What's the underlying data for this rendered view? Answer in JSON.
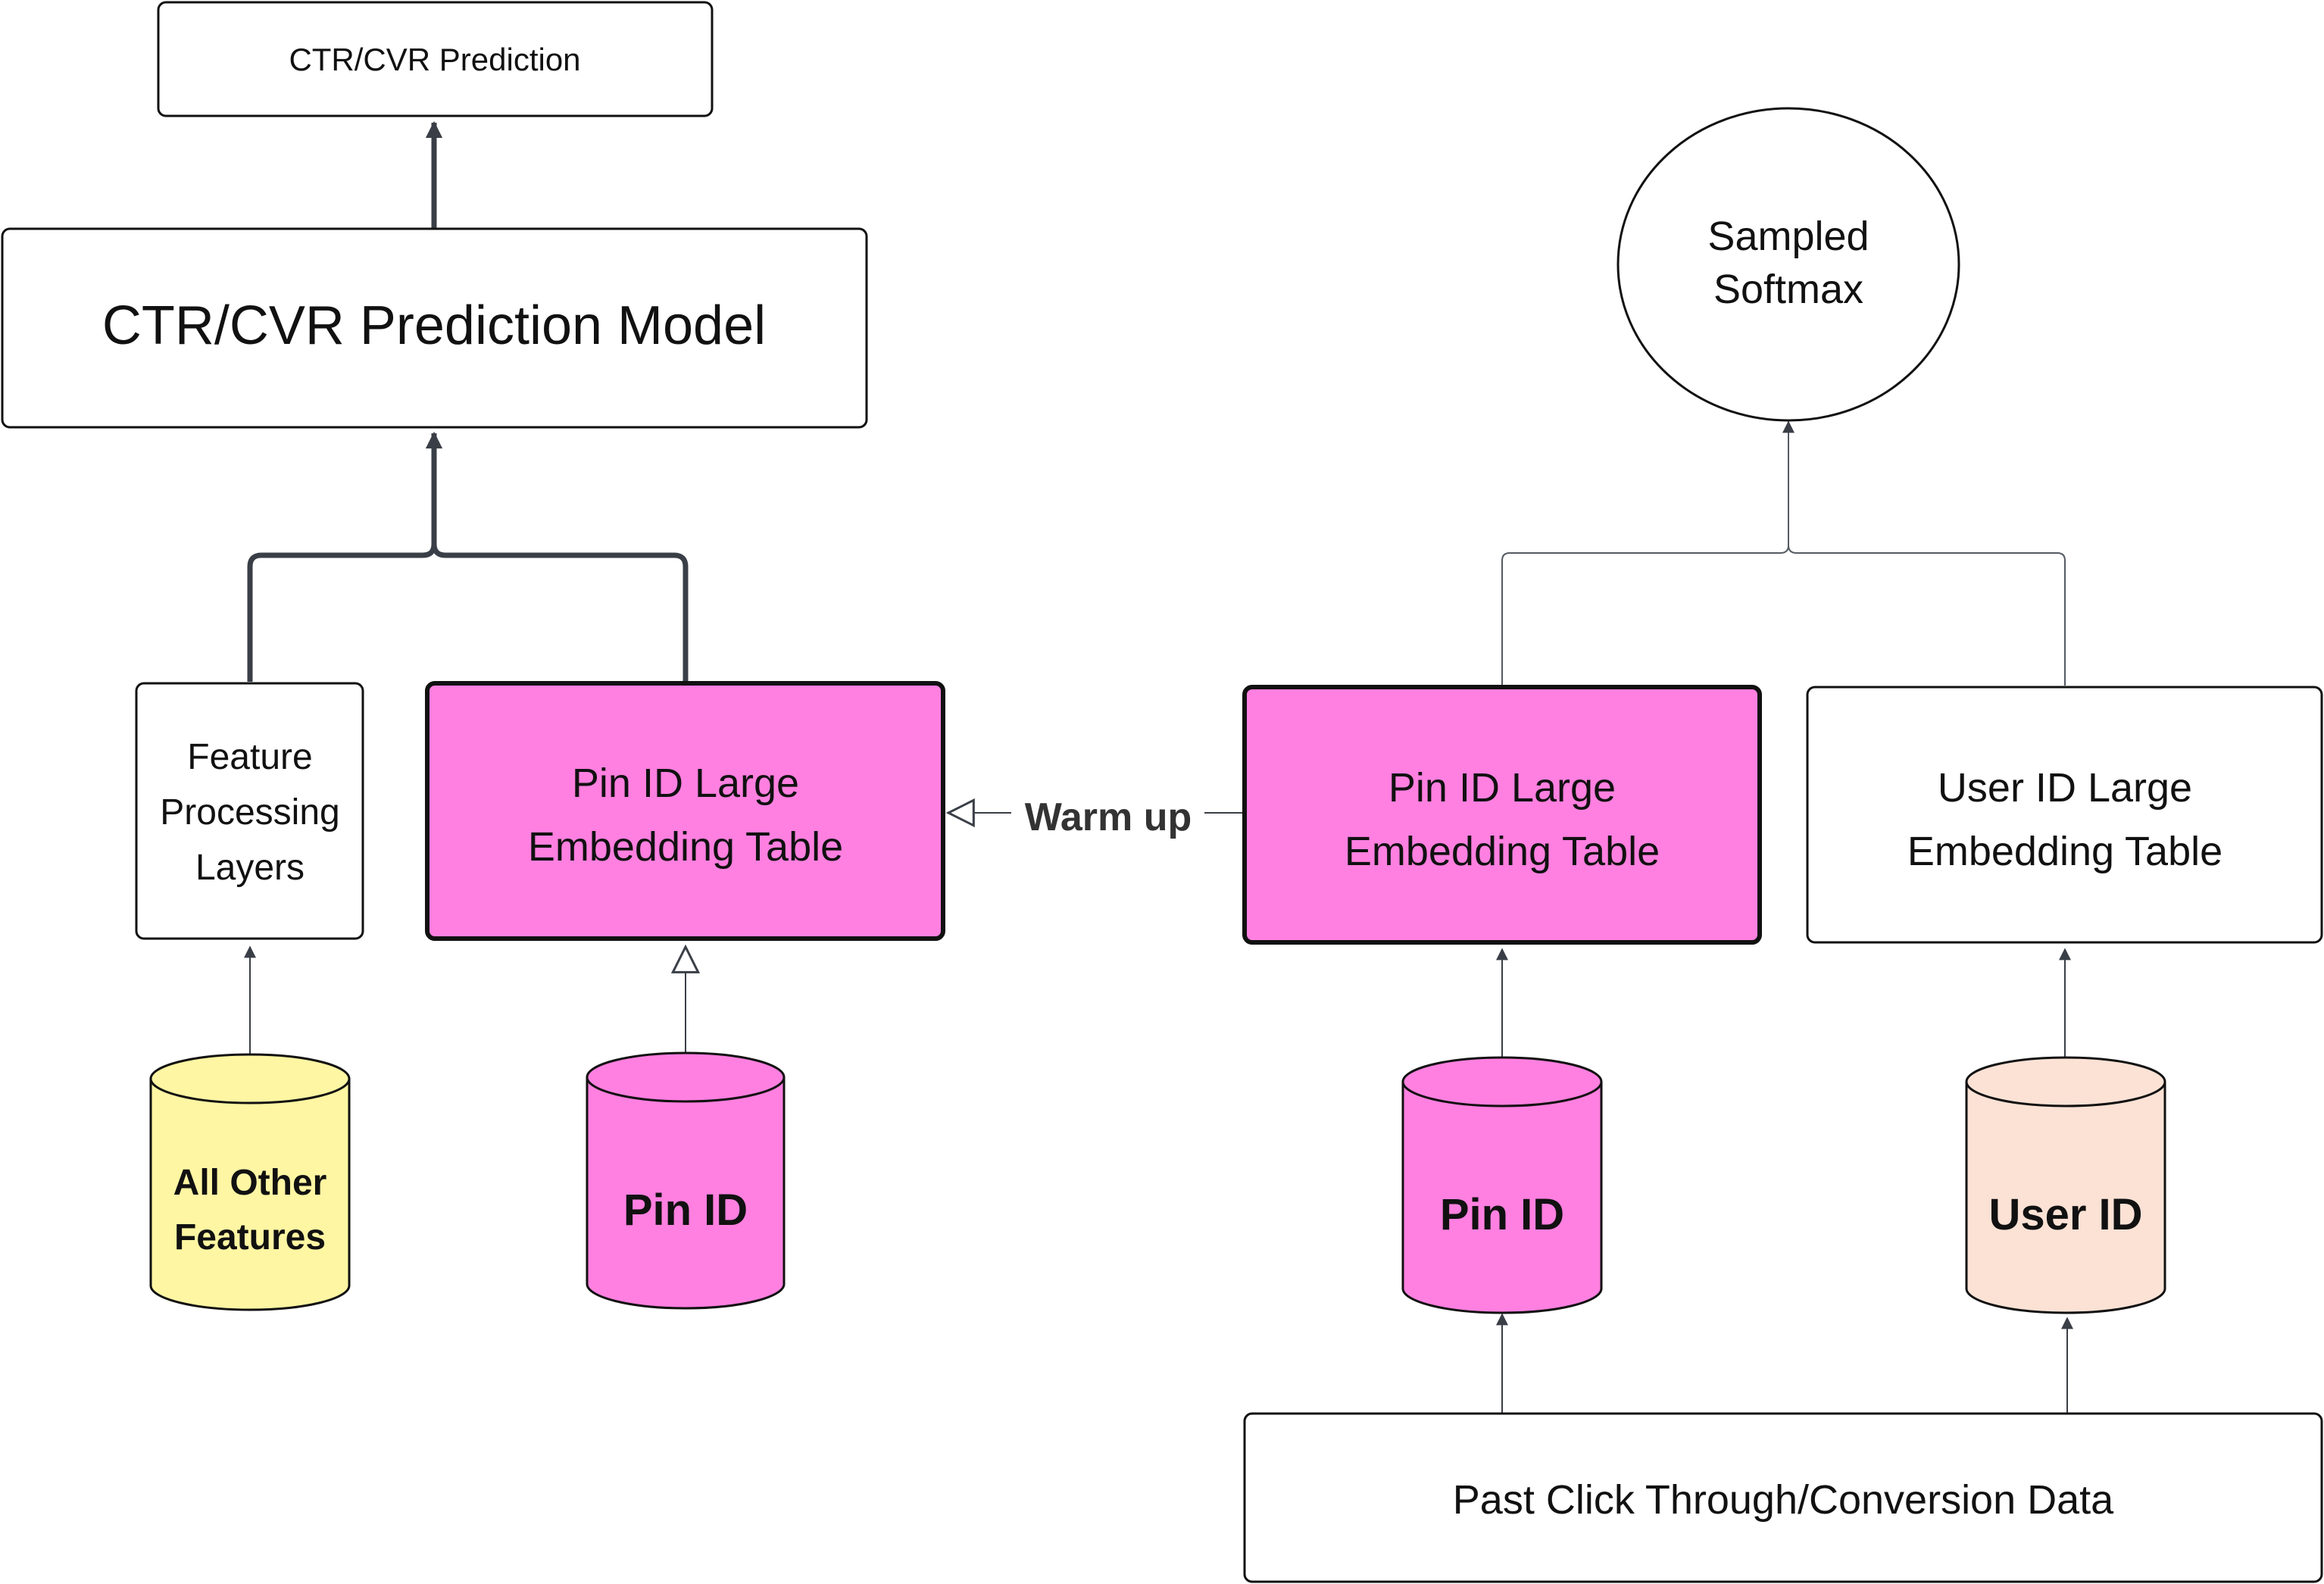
{
  "nodes": {
    "ctr_prediction": {
      "label": "CTR/CVR Prediction"
    },
    "ctr_model": {
      "label": "CTR/CVR Prediction Model"
    },
    "feature_processing": {
      "lines": [
        "Feature",
        "Processing",
        "Layers"
      ]
    },
    "pin_table_left": {
      "lines": [
        "Pin ID Large",
        "Embedding Table"
      ]
    },
    "all_other_features": {
      "lines": [
        "All Other",
        "Features"
      ]
    },
    "pin_id_left": {
      "label": "Pin ID"
    },
    "sampled_softmax": {
      "lines": [
        "Sampled",
        "Softmax"
      ]
    },
    "pin_table_right": {
      "lines": [
        "Pin ID Large",
        "Embedding Table"
      ]
    },
    "user_table": {
      "lines": [
        "User ID Large",
        "Embedding Table"
      ]
    },
    "pin_id_right": {
      "label": "Pin ID"
    },
    "user_id": {
      "label": "User ID"
    },
    "past_data": {
      "label": "Past Click Through/Conversion Data"
    }
  },
  "edges": {
    "warm_up": {
      "label": "Warm up"
    }
  },
  "colors": {
    "pink": "#FF80E0",
    "yellow": "#FFF6A3",
    "peach": "#FCE2D5",
    "line_dark": "#3a3f47",
    "line_light": "#555b63",
    "stroke": "#111111"
  }
}
